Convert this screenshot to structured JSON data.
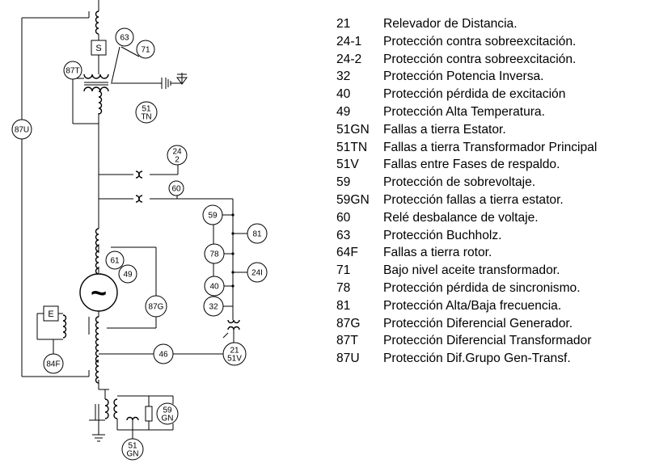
{
  "diagram": {
    "relays": [
      {
        "id": "63",
        "lines": [
          "63"
        ]
      },
      {
        "id": "71",
        "lines": [
          "71"
        ]
      },
      {
        "id": "87T",
        "lines": [
          "87T"
        ]
      },
      {
        "id": "51TN",
        "lines": [
          "51",
          "TN"
        ]
      },
      {
        "id": "87U",
        "lines": [
          "87U"
        ]
      },
      {
        "id": "24-2",
        "lines": [
          "24",
          "2"
        ]
      },
      {
        "id": "60",
        "lines": [
          "60"
        ]
      },
      {
        "id": "59",
        "lines": [
          "59"
        ]
      },
      {
        "id": "81",
        "lines": [
          "81"
        ]
      },
      {
        "id": "78",
        "lines": [
          "78"
        ]
      },
      {
        "id": "24I",
        "lines": [
          "24I"
        ]
      },
      {
        "id": "40",
        "lines": [
          "40"
        ]
      },
      {
        "id": "32",
        "lines": [
          "32"
        ]
      },
      {
        "id": "61",
        "lines": [
          "61"
        ]
      },
      {
        "id": "49",
        "lines": [
          "49"
        ]
      },
      {
        "id": "87G",
        "lines": [
          "87G"
        ]
      },
      {
        "id": "46",
        "lines": [
          "46"
        ]
      },
      {
        "id": "21-51V",
        "lines": [
          "21",
          "51V"
        ]
      },
      {
        "id": "84F",
        "lines": [
          "84F"
        ]
      },
      {
        "id": "59GN",
        "lines": [
          "59",
          "GN"
        ]
      },
      {
        "id": "51GN",
        "lines": [
          "51",
          "GN"
        ]
      }
    ],
    "box_s": "S",
    "box_e": "E",
    "generator_symbol": "~"
  },
  "legend": [
    {
      "code": "21",
      "desc": "Relevador de Distancia."
    },
    {
      "code": "24-1",
      "desc": "Protección contra sobreexcitación."
    },
    {
      "code": "24-2",
      "desc": "Protección contra sobreexcitación."
    },
    {
      "code": "32",
      "desc": "Protección Potencia Inversa."
    },
    {
      "code": "40",
      "desc": "Protección pérdida de excitación"
    },
    {
      "code": "49",
      "desc": "Protección Alta Temperatura."
    },
    {
      "code": "51GN",
      "desc": "Fallas a tierra Estator."
    },
    {
      "code": "51TN",
      "desc": "Fallas a tierra Transformador Principal"
    },
    {
      "code": "51V",
      "desc": "Fallas entre Fases de respaldo."
    },
    {
      "code": "59",
      "desc": "Protección de sobrevoltaje."
    },
    {
      "code": "59GN",
      "desc": "Protección fallas a tierra estator."
    },
    {
      "code": "60",
      "desc": "Relé desbalance de voltaje."
    },
    {
      "code": "63",
      "desc": "Protección Buchholz."
    },
    {
      "code": "64F",
      "desc": "Fallas a tierra rotor."
    },
    {
      "code": "71",
      "desc": "Bajo nivel aceite transformador."
    },
    {
      "code": "78",
      "desc": "Protección pérdida de sincronismo."
    },
    {
      "code": "81",
      "desc": "Protección Alta/Baja frecuencia."
    },
    {
      "code": "87G",
      "desc": "Protección Diferencial Generador."
    },
    {
      "code": "87T",
      "desc": "Protección Diferencial Transformador"
    },
    {
      "code": "87U",
      "desc": "Protección Dif.Grupo Gen-Transf."
    }
  ]
}
